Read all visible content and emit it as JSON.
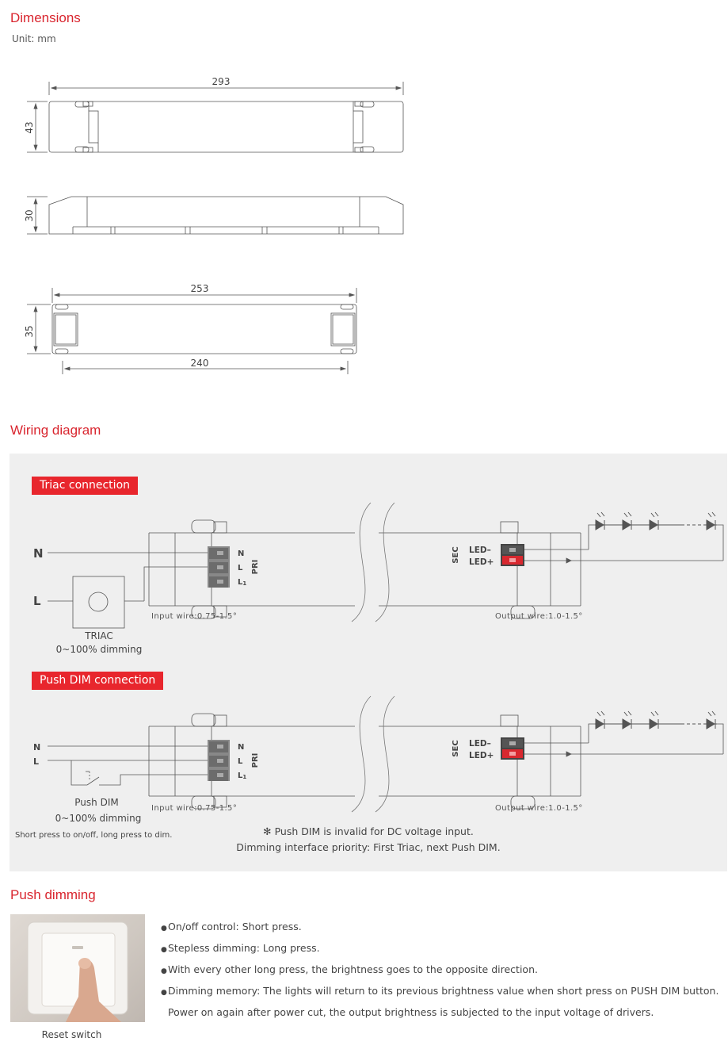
{
  "dimensions": {
    "title": "Dimensions",
    "unit": "Unit: mm",
    "top_length": "293",
    "top_height": "43",
    "side_height": "30",
    "bottom_length": "253",
    "bottom_height": "35",
    "bottom_mount": "240"
  },
  "wiring": {
    "title": "Wiring diagram",
    "triac": {
      "badge": "Triac connection",
      "n": "N",
      "l": "L",
      "term_n": "N",
      "term_l": "L",
      "term_l1": "L",
      "term_l1_sub": "1",
      "pri": "PRI",
      "sec": "SEC",
      "led_minus": "LED–",
      "led_plus": "LED+",
      "input_wire": "Input wire:0.75-1.5°",
      "output_wire": "Output wire:1.0-1.5°",
      "device": "TRIAC",
      "range": "0~100% dimming"
    },
    "push": {
      "badge": "Push DIM connection",
      "n": "N",
      "l": "L",
      "term_n": "N",
      "term_l": "L",
      "term_l1": "L",
      "term_l1_sub": "1",
      "pri": "PRI",
      "sec": "SEC",
      "led_minus": "LED–",
      "led_plus": "LED+",
      "input_wire": "Input wire:0.75-1.5°",
      "output_wire": "Output wire:1.0-1.5°",
      "device": "Push DIM",
      "range": "0~100% dimming",
      "hint": "Short press to on/off, long press to dim."
    },
    "note_1": "✻ Push DIM is invalid for DC voltage input.",
    "note_2": "Dimming interface priority: First Triac, next Push DIM."
  },
  "push_dimming": {
    "title": "Push dimming",
    "photo_caption": "Reset switch",
    "bullets": [
      "On/off control: Short press.",
      "Stepless dimming: Long press.",
      "With every other long press, the brightness goes to the opposite direction.",
      "Dimming memory: The lights will return to its previous brightness value when short press on PUSH DIM button."
    ],
    "continuation": "Power on again after power cut, the output brightness is subjected to the input voltage of drivers."
  },
  "colors": {
    "accent": "#d9262f",
    "badge": "#e8262d",
    "panel": "#efefef",
    "line": "#555555"
  }
}
